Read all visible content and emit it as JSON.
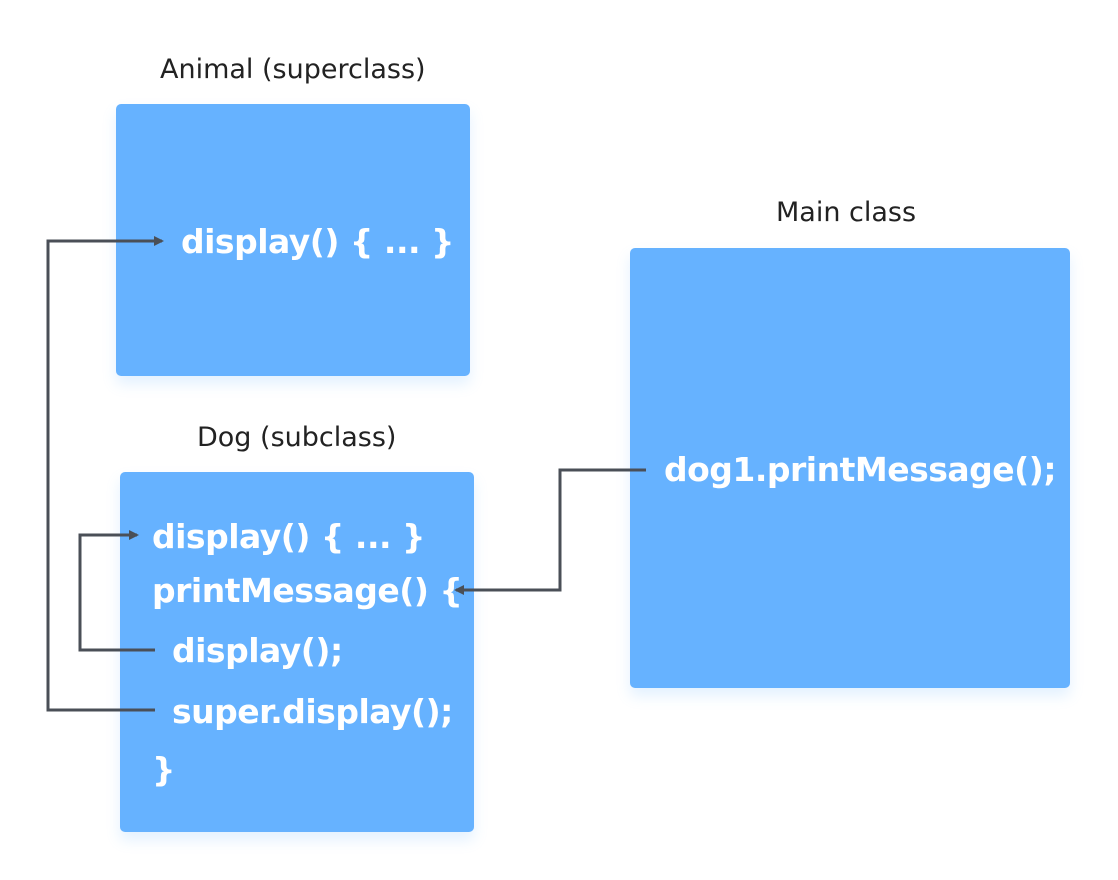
{
  "animal": {
    "title": "Animal (superclass)",
    "lines": [
      "display() { ... }"
    ]
  },
  "dog": {
    "title": "Dog (subclass)",
    "lines": [
      "display() { ... }",
      "printMessage() {",
      "display();",
      "super.display();",
      "}"
    ]
  },
  "main": {
    "title": "Main class",
    "lines": [
      "dog1.printMessage();"
    ]
  },
  "colors": {
    "box": "#66b2ff",
    "arrow": "#4a4f57",
    "text": "#ffffff",
    "label": "#222222"
  }
}
